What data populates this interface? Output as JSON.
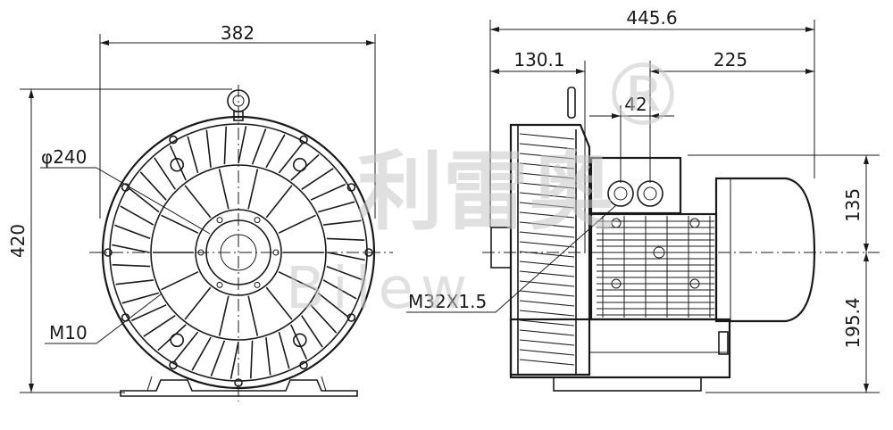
{
  "front_view": {
    "width_dim": "382",
    "height_dim": "420",
    "diameter_dim": "φ240",
    "bolt_label": "M10"
  },
  "side_view": {
    "length_dim": "445.6",
    "inlet_dim": "130.1",
    "motor_dim": "225",
    "port_spacing_dim": "42",
    "upper_height_dim": "135",
    "lower_height_dim": "195.4",
    "thread_label": "M32X1.5"
  },
  "watermark": {
    "chinese": "利雷奥",
    "latin": "Bilew",
    "registered": "®"
  }
}
